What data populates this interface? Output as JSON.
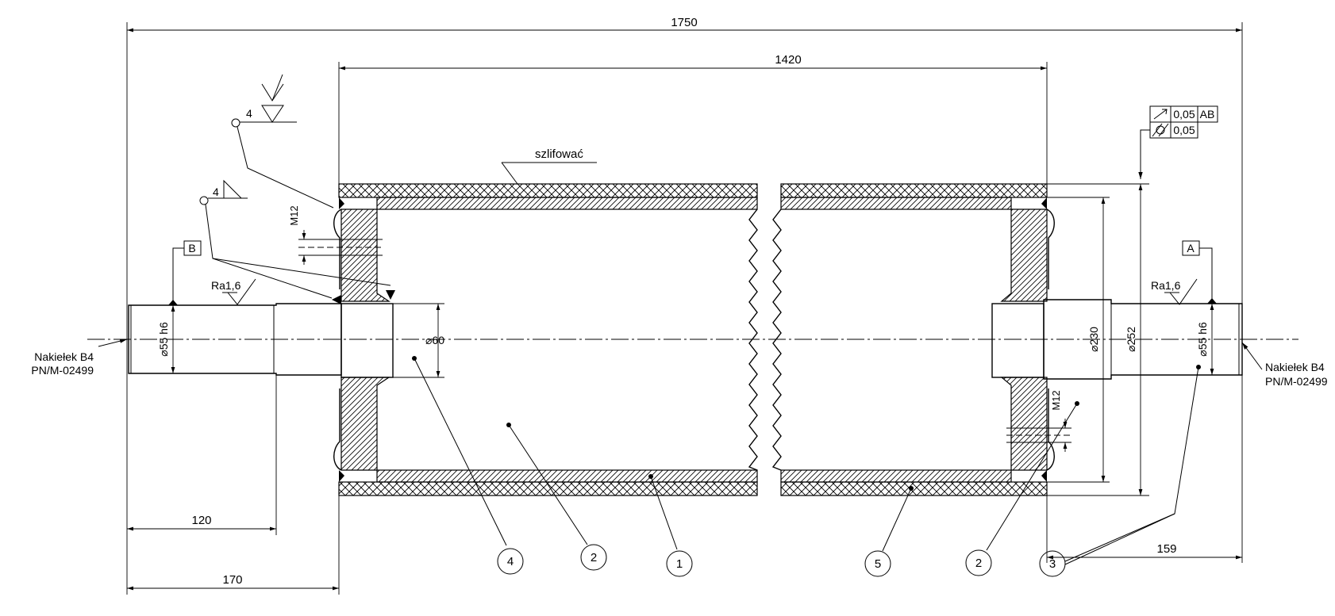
{
  "dimensions": {
    "overall_length": "1750",
    "tube_length": "1420",
    "left_step_length": "120",
    "left_hub_length": "170",
    "right_journal_length": "159",
    "journal_diameter_left": "⌀55 h6",
    "journal_diameter_right": "⌀55 h6",
    "bore_diameter": "⌀60",
    "inner_diameter": "⌀230",
    "outer_diameter": "⌀252",
    "thread_left": "M12",
    "thread_right": "M12"
  },
  "notes": {
    "grind": "szlifować",
    "center_hole_left": [
      "Nakiełek B4",
      "PN/M-02499"
    ],
    "center_hole_right": [
      "Nakiełek B4",
      "PN/M-02499"
    ],
    "roughness_left": "Ra1,6",
    "roughness_right": "Ra1,6",
    "weld_size_top": "4",
    "weld_size_lower": "4"
  },
  "datums": {
    "left": "B",
    "right": "A"
  },
  "tolerances": [
    {
      "symbol": "runout",
      "value": "0,05",
      "datum": "AB"
    },
    {
      "symbol": "cylindricity",
      "value": "0,05",
      "datum": ""
    }
  ],
  "parts": [
    "4",
    "2",
    "1",
    "5",
    "2",
    "3"
  ]
}
